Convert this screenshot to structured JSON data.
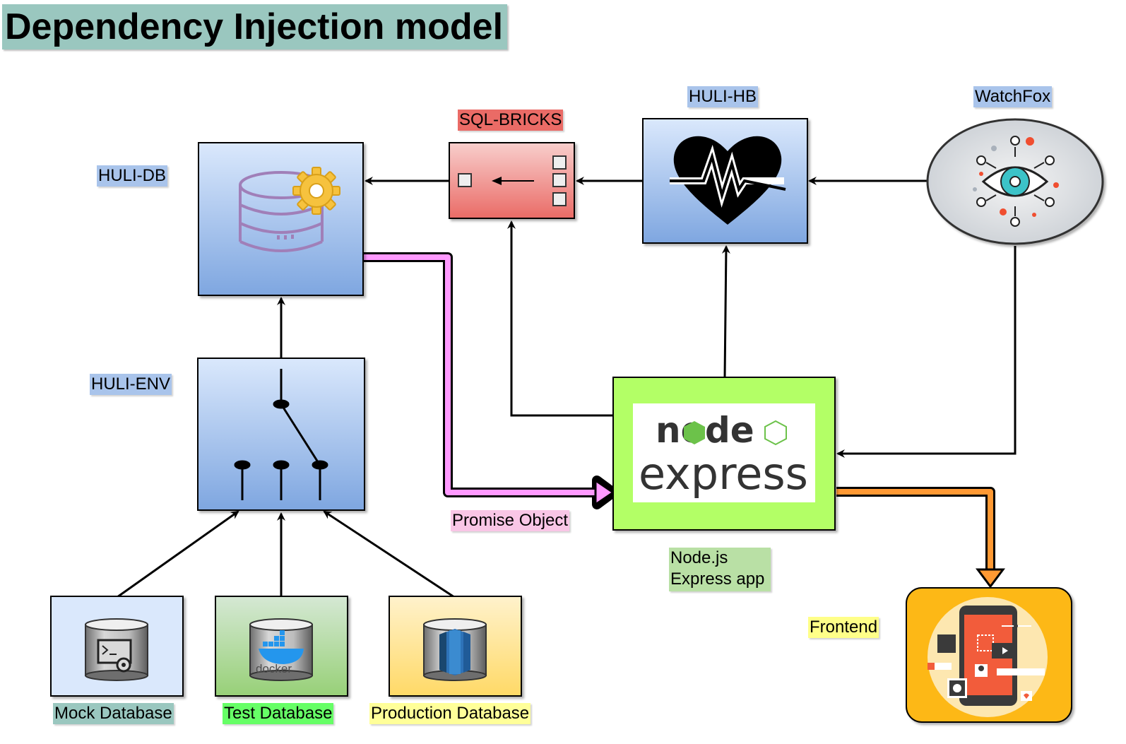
{
  "title": "Dependency Injection model",
  "components": {
    "huli_db": "HULI-DB",
    "sql_bricks": "SQL-BRICKS",
    "huli_hb": "HULI-HB",
    "watchfox": "WatchFox",
    "huli_env": "HULI-ENV",
    "node_app_line1": "Node.js",
    "node_app_line2": "Express app",
    "frontend": "Frontend",
    "promise_object": "Promise Object"
  },
  "databases": {
    "mock": "Mock Database",
    "test": "Test Database",
    "production": "Production Database"
  },
  "logo": {
    "node_word": "node",
    "express_word": "express",
    "docker_word": "docker"
  },
  "colors": {
    "title_bg": "#9ac7bf",
    "blue_box_top": "#dae8fc",
    "blue_box_bottom": "#7ea6e0",
    "sql_box_top": "#f8cecc",
    "sql_box_bottom": "#ea6b66",
    "express_box": "#b3ff66",
    "promise_arrow": "#ff99ff",
    "frontend_arrow": "#ff9933"
  }
}
